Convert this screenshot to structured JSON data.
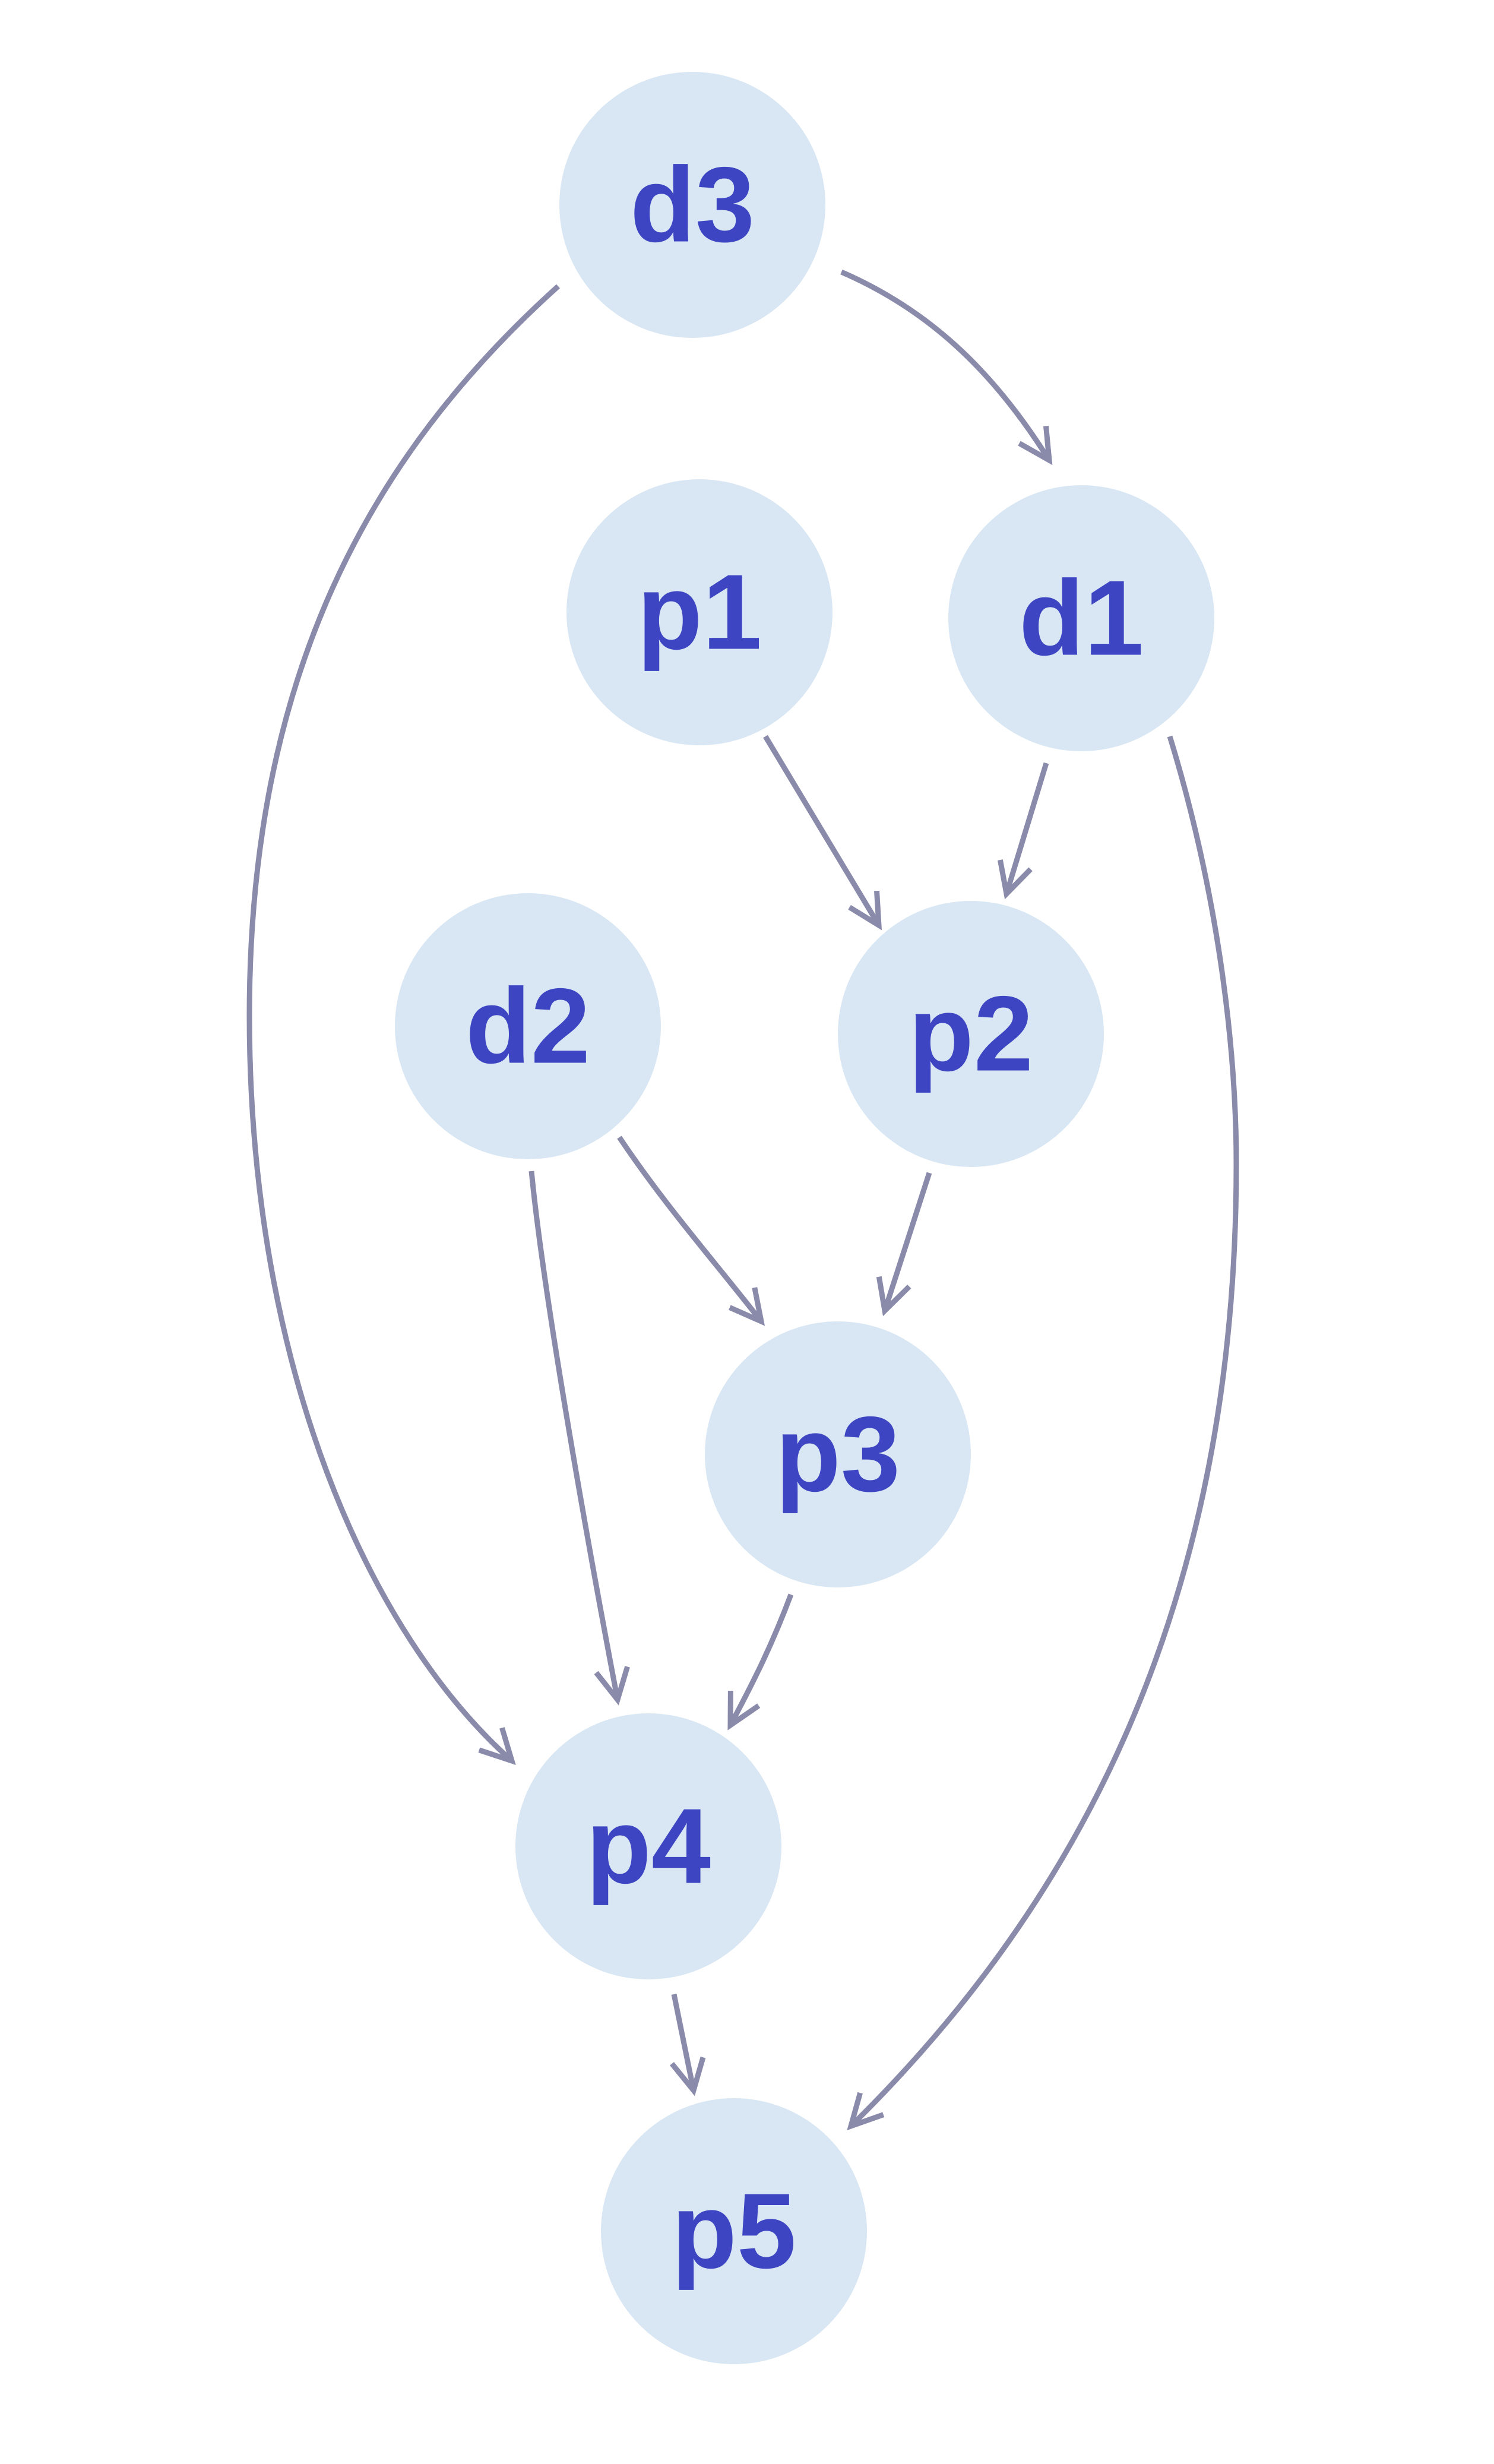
{
  "diagram": {
    "type": "directed-graph",
    "colors": {
      "node_fill": "#d8e7f3",
      "node_text": "#3d45c2",
      "edge": "#8a8aab",
      "background": "#ffffff"
    },
    "nodes": [
      {
        "id": "d3",
        "label": "d3"
      },
      {
        "id": "p1",
        "label": "p1"
      },
      {
        "id": "d1",
        "label": "d1"
      },
      {
        "id": "d2",
        "label": "d2"
      },
      {
        "id": "p2",
        "label": "p2"
      },
      {
        "id": "p3",
        "label": "p3"
      },
      {
        "id": "p4",
        "label": "p4"
      },
      {
        "id": "p5",
        "label": "p5"
      }
    ],
    "edges": [
      {
        "from": "d3",
        "to": "d1"
      },
      {
        "from": "d3",
        "to": "p4"
      },
      {
        "from": "p1",
        "to": "p2"
      },
      {
        "from": "d1",
        "to": "p2"
      },
      {
        "from": "d1",
        "to": "p5"
      },
      {
        "from": "d2",
        "to": "p3"
      },
      {
        "from": "d2",
        "to": "p4"
      },
      {
        "from": "p2",
        "to": "p3"
      },
      {
        "from": "p3",
        "to": "p4"
      },
      {
        "from": "p4",
        "to": "p5"
      }
    ]
  }
}
